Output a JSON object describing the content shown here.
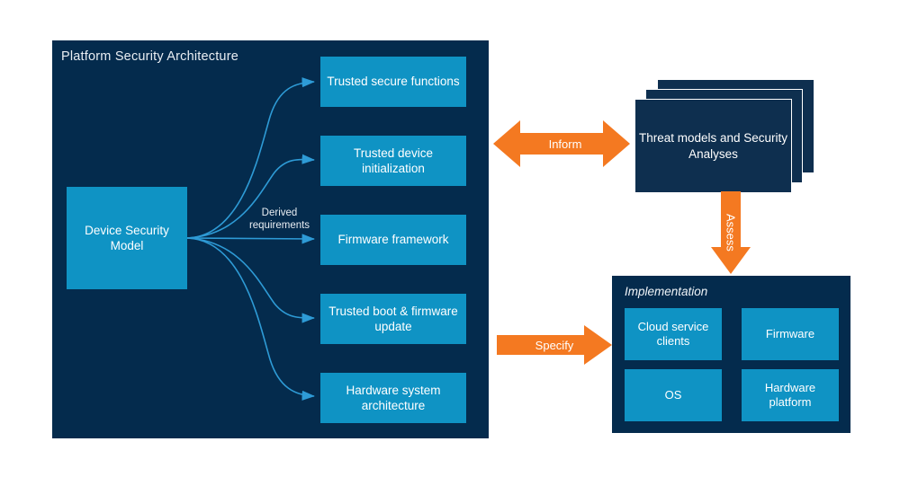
{
  "diagram": {
    "title": "Platform Security Architecture",
    "colors": {
      "panel_navy": "#042B4D",
      "card_navy": "#0E2F4F",
      "cyan": "#0F93C4",
      "orange": "#F47921",
      "arrow_blue": "#2E9BD6",
      "text_white": "#FFFFFF",
      "background": "#FFFFFF"
    }
  },
  "psa": {
    "panel_title": "Platform Security Architecture",
    "source_box": "Device Security Model",
    "edge_label": "Derived requirements",
    "requirement_boxes": [
      {
        "label": "Trusted secure functions"
      },
      {
        "label": "Trusted device initialization"
      },
      {
        "label": "Firmware framework"
      },
      {
        "label": "Trusted boot & firmware update"
      },
      {
        "label": "Hardware system architecture"
      }
    ]
  },
  "threat_models": {
    "label": "Threat models and Security Analyses",
    "card_count": 3
  },
  "implementation": {
    "panel_title": "Implementation",
    "cells": [
      {
        "label": "Cloud service clients"
      },
      {
        "label": "Firmware"
      },
      {
        "label": "OS"
      },
      {
        "label": "Hardware platform"
      }
    ]
  },
  "connectors": [
    {
      "name": "inform",
      "label": "Inform",
      "direction": "bidirectional",
      "orientation": "horizontal"
    },
    {
      "name": "assess",
      "label": "Assess",
      "direction": "down",
      "orientation": "vertical"
    },
    {
      "name": "specify",
      "label": "Specify",
      "direction": "right",
      "orientation": "horizontal"
    }
  ]
}
